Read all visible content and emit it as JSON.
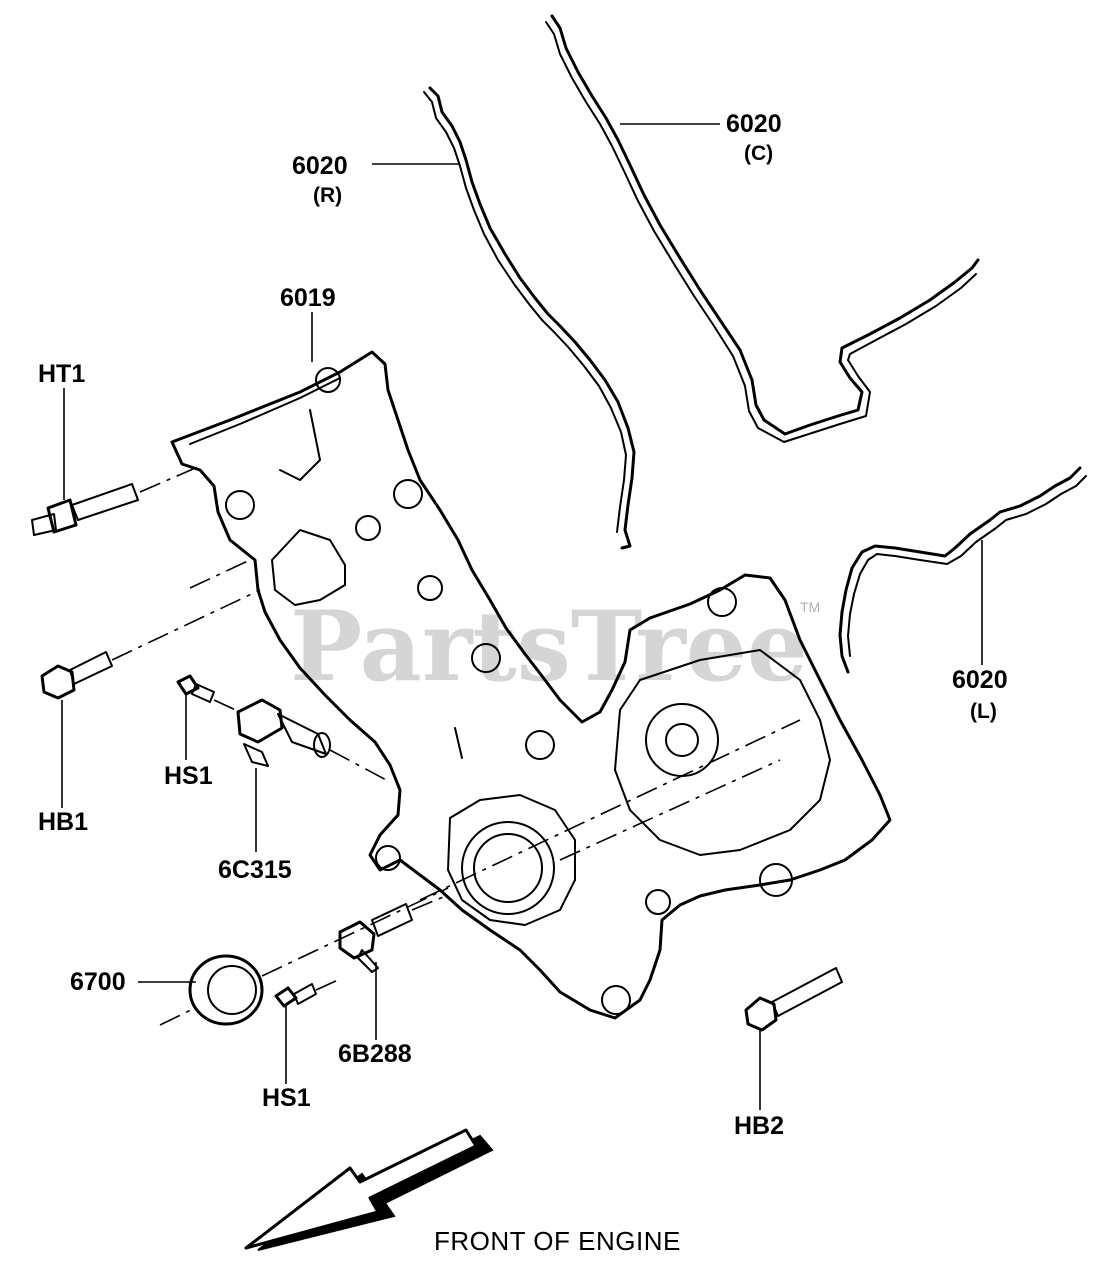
{
  "diagram": {
    "callouts": {
      "gasket_right": {
        "number": "6020",
        "qualifier": "(R)"
      },
      "gasket_center": {
        "number": "6020",
        "qualifier": "(C)"
      },
      "gasket_left": {
        "number": "6020",
        "qualifier": "(L)"
      },
      "front_cover": "6019",
      "stud_ht1": "HT1",
      "bolt_hb1": "HB1",
      "screw_hs1_upper": "HS1",
      "sensor_6c315": "6C315",
      "seal_6700": "6700",
      "screw_hs1_lower": "HS1",
      "sensor_6b288": "6B288",
      "bolt_hb2": "HB2"
    },
    "direction_label": "FRONT OF ENGINE"
  },
  "watermark": {
    "text": "PartsTree",
    "trademark": "TM"
  },
  "colors": {
    "line": "#000000",
    "background": "#ffffff",
    "watermark": "#c8c8c8"
  }
}
